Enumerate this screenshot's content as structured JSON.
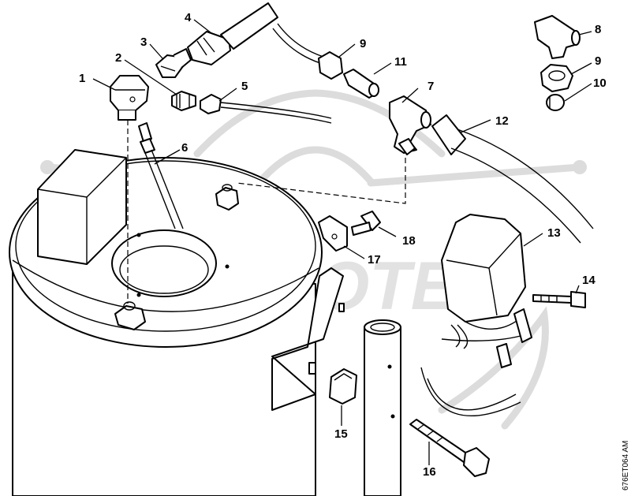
{
  "callouts": [
    {
      "id": "callout-1",
      "label": "1"
    },
    {
      "id": "callout-2",
      "label": "2"
    },
    {
      "id": "callout-3",
      "label": "3"
    },
    {
      "id": "callout-4",
      "label": "4"
    },
    {
      "id": "callout-5",
      "label": "5"
    },
    {
      "id": "callout-6",
      "label": "6"
    },
    {
      "id": "callout-7",
      "label": "7"
    },
    {
      "id": "callout-8",
      "label": "8"
    },
    {
      "id": "callout-9a",
      "label": "9"
    },
    {
      "id": "callout-9b",
      "label": "9"
    },
    {
      "id": "callout-10",
      "label": "10"
    },
    {
      "id": "callout-11",
      "label": "11"
    },
    {
      "id": "callout-12",
      "label": "12"
    },
    {
      "id": "callout-13",
      "label": "13"
    },
    {
      "id": "callout-14",
      "label": "14"
    },
    {
      "id": "callout-15",
      "label": "15"
    },
    {
      "id": "callout-16",
      "label": "16"
    },
    {
      "id": "callout-17",
      "label": "17"
    },
    {
      "id": "callout-18",
      "label": "18"
    }
  ],
  "drawing_code": "676ET064 AM",
  "watermark": {
    "text": "SCOOTER"
  }
}
